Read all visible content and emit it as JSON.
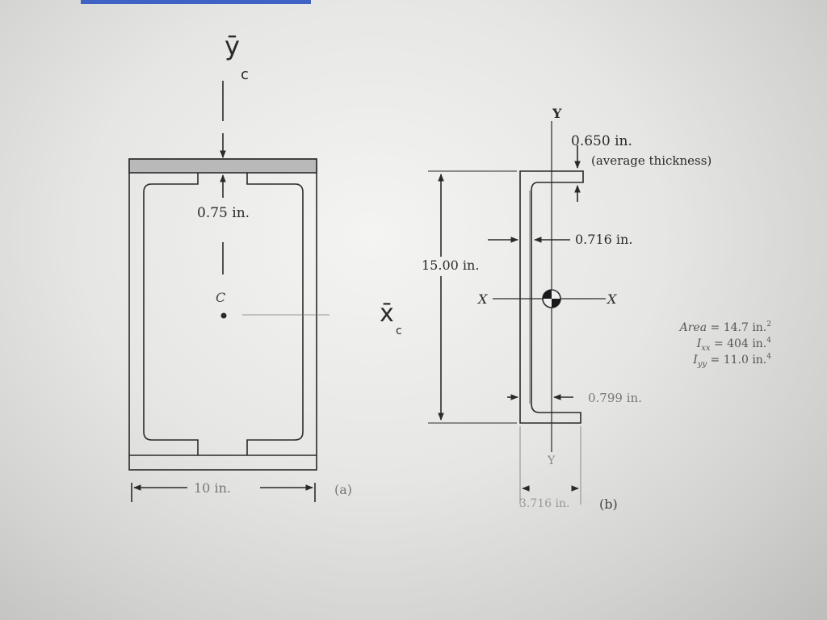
{
  "figure_a": {
    "y_centroid_symbol": "ȳ",
    "y_centroid_sub": "c",
    "flange_thickness_label": "0.75 in.",
    "centroid_label": "C",
    "x_centroid_symbol": "x̄",
    "x_centroid_sub": "c",
    "width_label": "10 in.",
    "caption": "(a)"
  },
  "figure_b": {
    "axis_y_label": "Y",
    "axis_x_label": "X",
    "flange_thickness_label": "0.650 in.",
    "flange_thickness_note": "(average thickness)",
    "depth_label": "15.00 in.",
    "web_thickness_label": "0.716 in.",
    "centroid_distance_label": "0.799 in.",
    "flange_width_label": "3.716 in.",
    "caption": "(b)",
    "properties": [
      {
        "symbol": "Area",
        "sub": "",
        "value": "14.7 in.",
        "sup": "2"
      },
      {
        "symbol": "I",
        "sub": "xx",
        "value": "404 in.",
        "sup": "4"
      },
      {
        "symbol": "I",
        "sub": "yy",
        "value": "11.0 in.",
        "sup": "4"
      }
    ]
  },
  "colors": {
    "line": "#2a2a2a",
    "flange_fill": "#b9b9b9",
    "accent_bar": "#3f63c4"
  }
}
